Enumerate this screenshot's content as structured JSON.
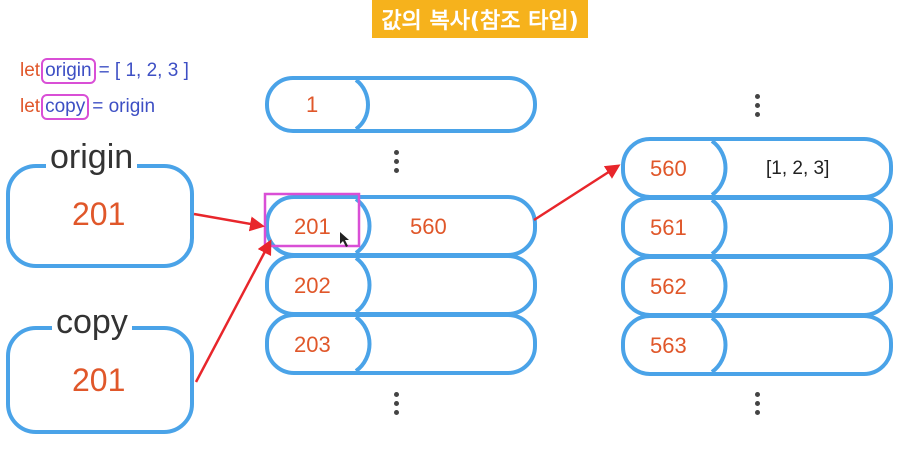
{
  "title": "값의 복사(참조 타입)",
  "code": {
    "line1": {
      "keyword": "let",
      "name": "origin",
      "rest": "= [ 1, 2, 3 ]"
    },
    "line2": {
      "keyword": "let",
      "name": "copy",
      "rest": "= origin"
    }
  },
  "variables": [
    {
      "name": "origin",
      "value": "201"
    },
    {
      "name": "copy",
      "value": "201"
    }
  ],
  "stack": {
    "top": {
      "address": "1",
      "value": ""
    },
    "rows": [
      {
        "address": "201",
        "value": "560"
      },
      {
        "address": "202",
        "value": ""
      },
      {
        "address": "203",
        "value": ""
      }
    ]
  },
  "heap": {
    "rows": [
      {
        "address": "560",
        "value": "[1, 2, 3]"
      },
      {
        "address": "561",
        "value": ""
      },
      {
        "address": "562",
        "value": ""
      },
      {
        "address": "563",
        "value": ""
      }
    ]
  },
  "colors": {
    "title_bg": "#f6b21c",
    "cell_border": "#4aa3e8",
    "address_text": "#e0572a",
    "arrow": "#e8262b",
    "highlight": "#d94fd6"
  }
}
